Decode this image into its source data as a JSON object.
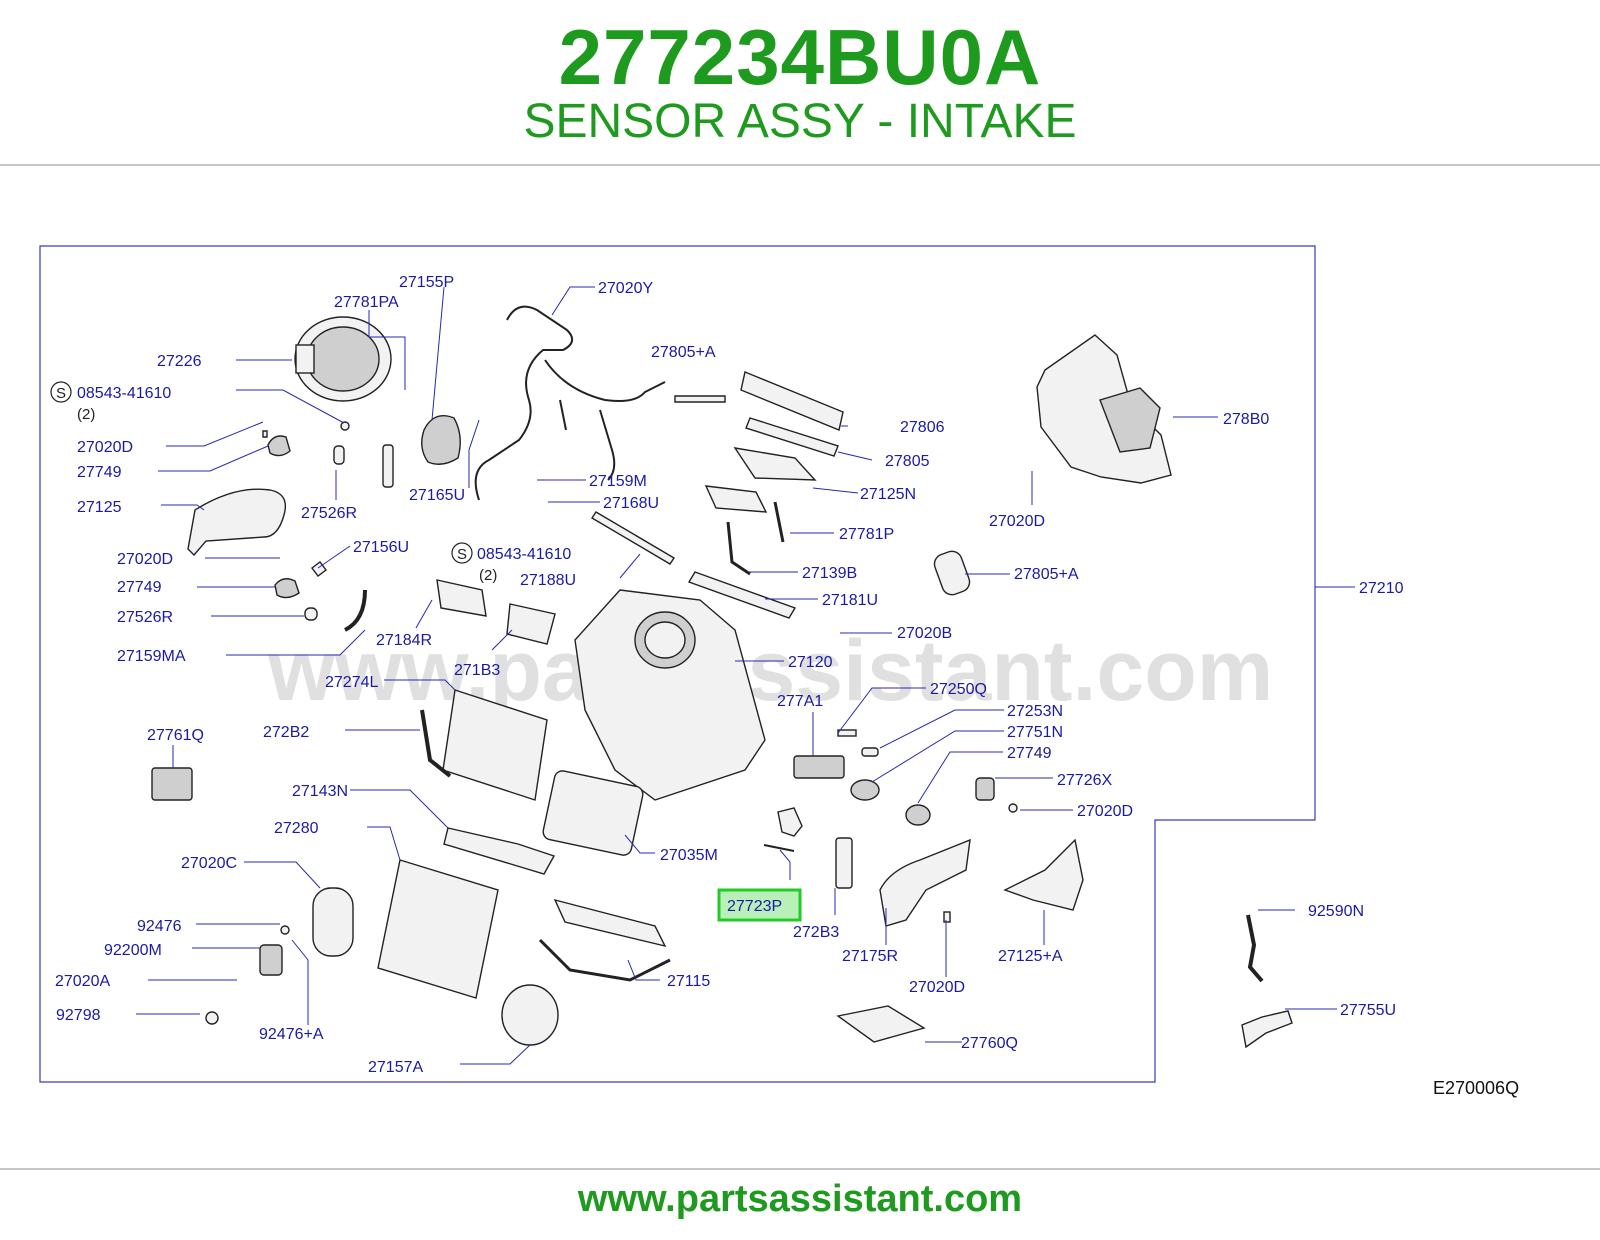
{
  "header": {
    "part_number": "277234BU0A",
    "part_name": "SENSOR ASSY - INTAKE"
  },
  "diagram": {
    "watermark": "www.partsassistant.com",
    "diagram_code": "E270006Q",
    "highlighted_callout": "27723P",
    "highlight_color": "#22cc22",
    "title_color": "#1e9a1e",
    "callout_color": "#1a1aa6",
    "symbol_s": "S",
    "callouts": {
      "c27155P": "27155P",
      "c27781PA": "27781PA",
      "c27020Y": "27020Y",
      "c27226": "27226",
      "c08543_a": "08543-41610",
      "qty_a": "(2)",
      "c27020D_1": "27020D",
      "c27749_1": "27749",
      "c27125": "27125",
      "c27526R_1": "27526R",
      "c27165U": "27165U",
      "c27805A_1": "27805+A",
      "c27806": "27806",
      "c27805": "27805",
      "c27125N": "27125N",
      "c278B0": "278B0",
      "c27020D_2": "27020D",
      "c27159M": "27159M",
      "c27168U": "27168U",
      "c27781P": "27781P",
      "c27020D_3": "27020D",
      "c27156U": "27156U",
      "c08543_b": "08543-41610",
      "qty_b": "(2)",
      "c27188U": "27188U",
      "c27139B": "27139B",
      "c27805A_2": "27805+A",
      "c27749_2": "27749",
      "c27181U": "27181U",
      "c27210": "27210",
      "c27526R_2": "27526R",
      "c27184R": "27184R",
      "c27020B": "27020B",
      "c27159MA": "27159MA",
      "c271B3": "271B3",
      "c27120": "27120",
      "c27274L": "27274L",
      "c27250Q": "27250Q",
      "c277A1": "277A1",
      "c27253N": "27253N",
      "c27761Q": "27761Q",
      "c272B2": "272B2",
      "c27751N": "27751N",
      "c27749_3": "27749",
      "c27143N": "27143N",
      "c27726X": "27726X",
      "c27020D_4": "27020D",
      "c27280": "27280",
      "c27035M": "27035M",
      "c27020C": "27020C",
      "c27723P": "27723P",
      "c92476": "92476",
      "c272B3": "272B3",
      "c92590N": "92590N",
      "c92200M": "92200M",
      "c27175R": "27175R",
      "c27125A": "27125+A",
      "c27020A": "27020A",
      "c27115": "27115",
      "c27020D_5": "27020D",
      "c92798": "92798",
      "c27755U": "27755U",
      "c92476A": "92476+A",
      "c27760Q": "27760Q",
      "c27157A": "27157A"
    }
  },
  "footer": {
    "url": "www.partsassistant.com"
  }
}
